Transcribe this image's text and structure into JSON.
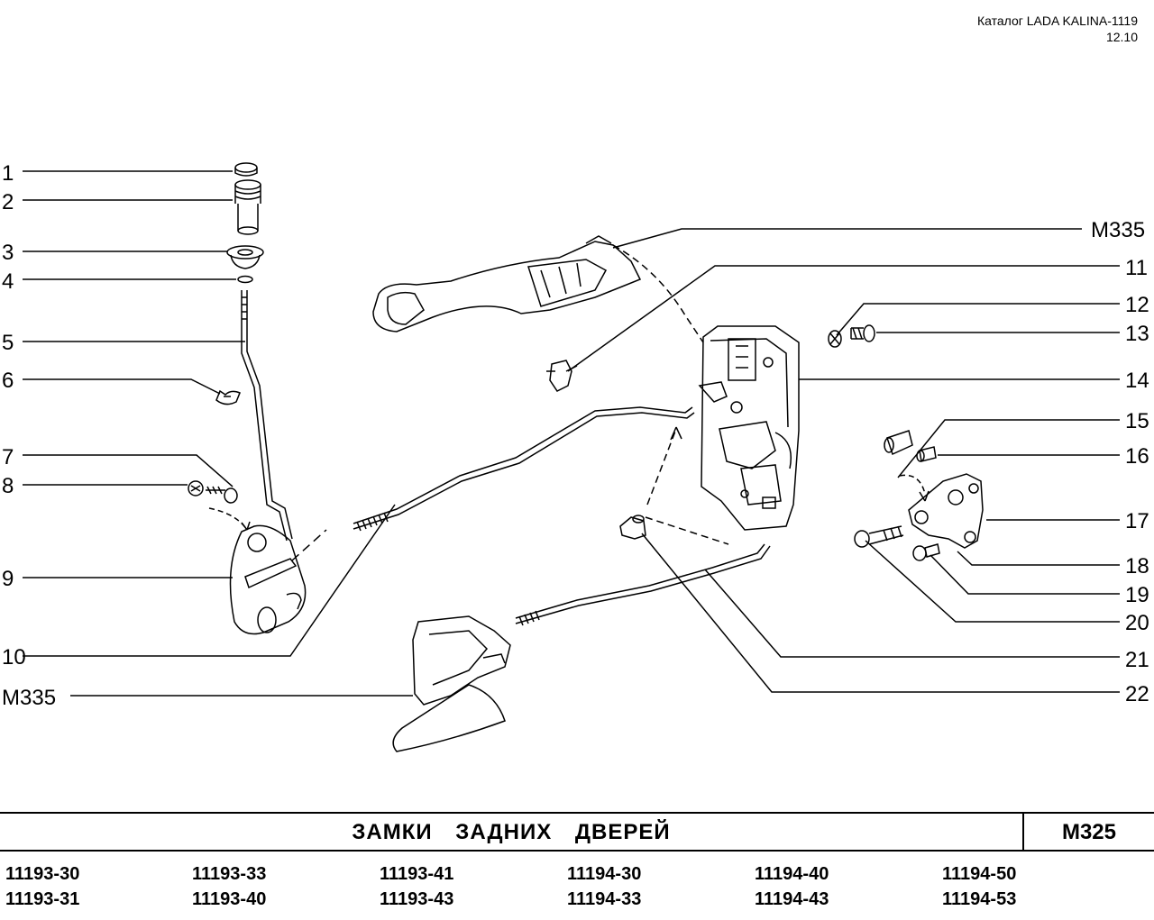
{
  "header": {
    "catalog": "Каталог LADA KALINA-1119",
    "date": "12.10"
  },
  "callouts_left": [
    "1",
    "2",
    "3",
    "4",
    "5",
    "6",
    "7",
    "8",
    "9",
    "10",
    "M335"
  ],
  "callouts_right": [
    "M335",
    "11",
    "12",
    "13",
    "14",
    "15",
    "16",
    "17",
    "18",
    "19",
    "20",
    "21",
    "22"
  ],
  "title": "ЗАМКИ   ЗАДНИХ   ДВЕРЕЙ",
  "section_code": "M325",
  "models": [
    [
      "11193-30",
      "11193-31"
    ],
    [
      "11193-33",
      "11193-40"
    ],
    [
      "11193-41",
      "11193-43"
    ],
    [
      "11194-30",
      "11194-33"
    ],
    [
      "11194-40",
      "11194-43"
    ],
    [
      "11194-50",
      "11194-53"
    ]
  ]
}
